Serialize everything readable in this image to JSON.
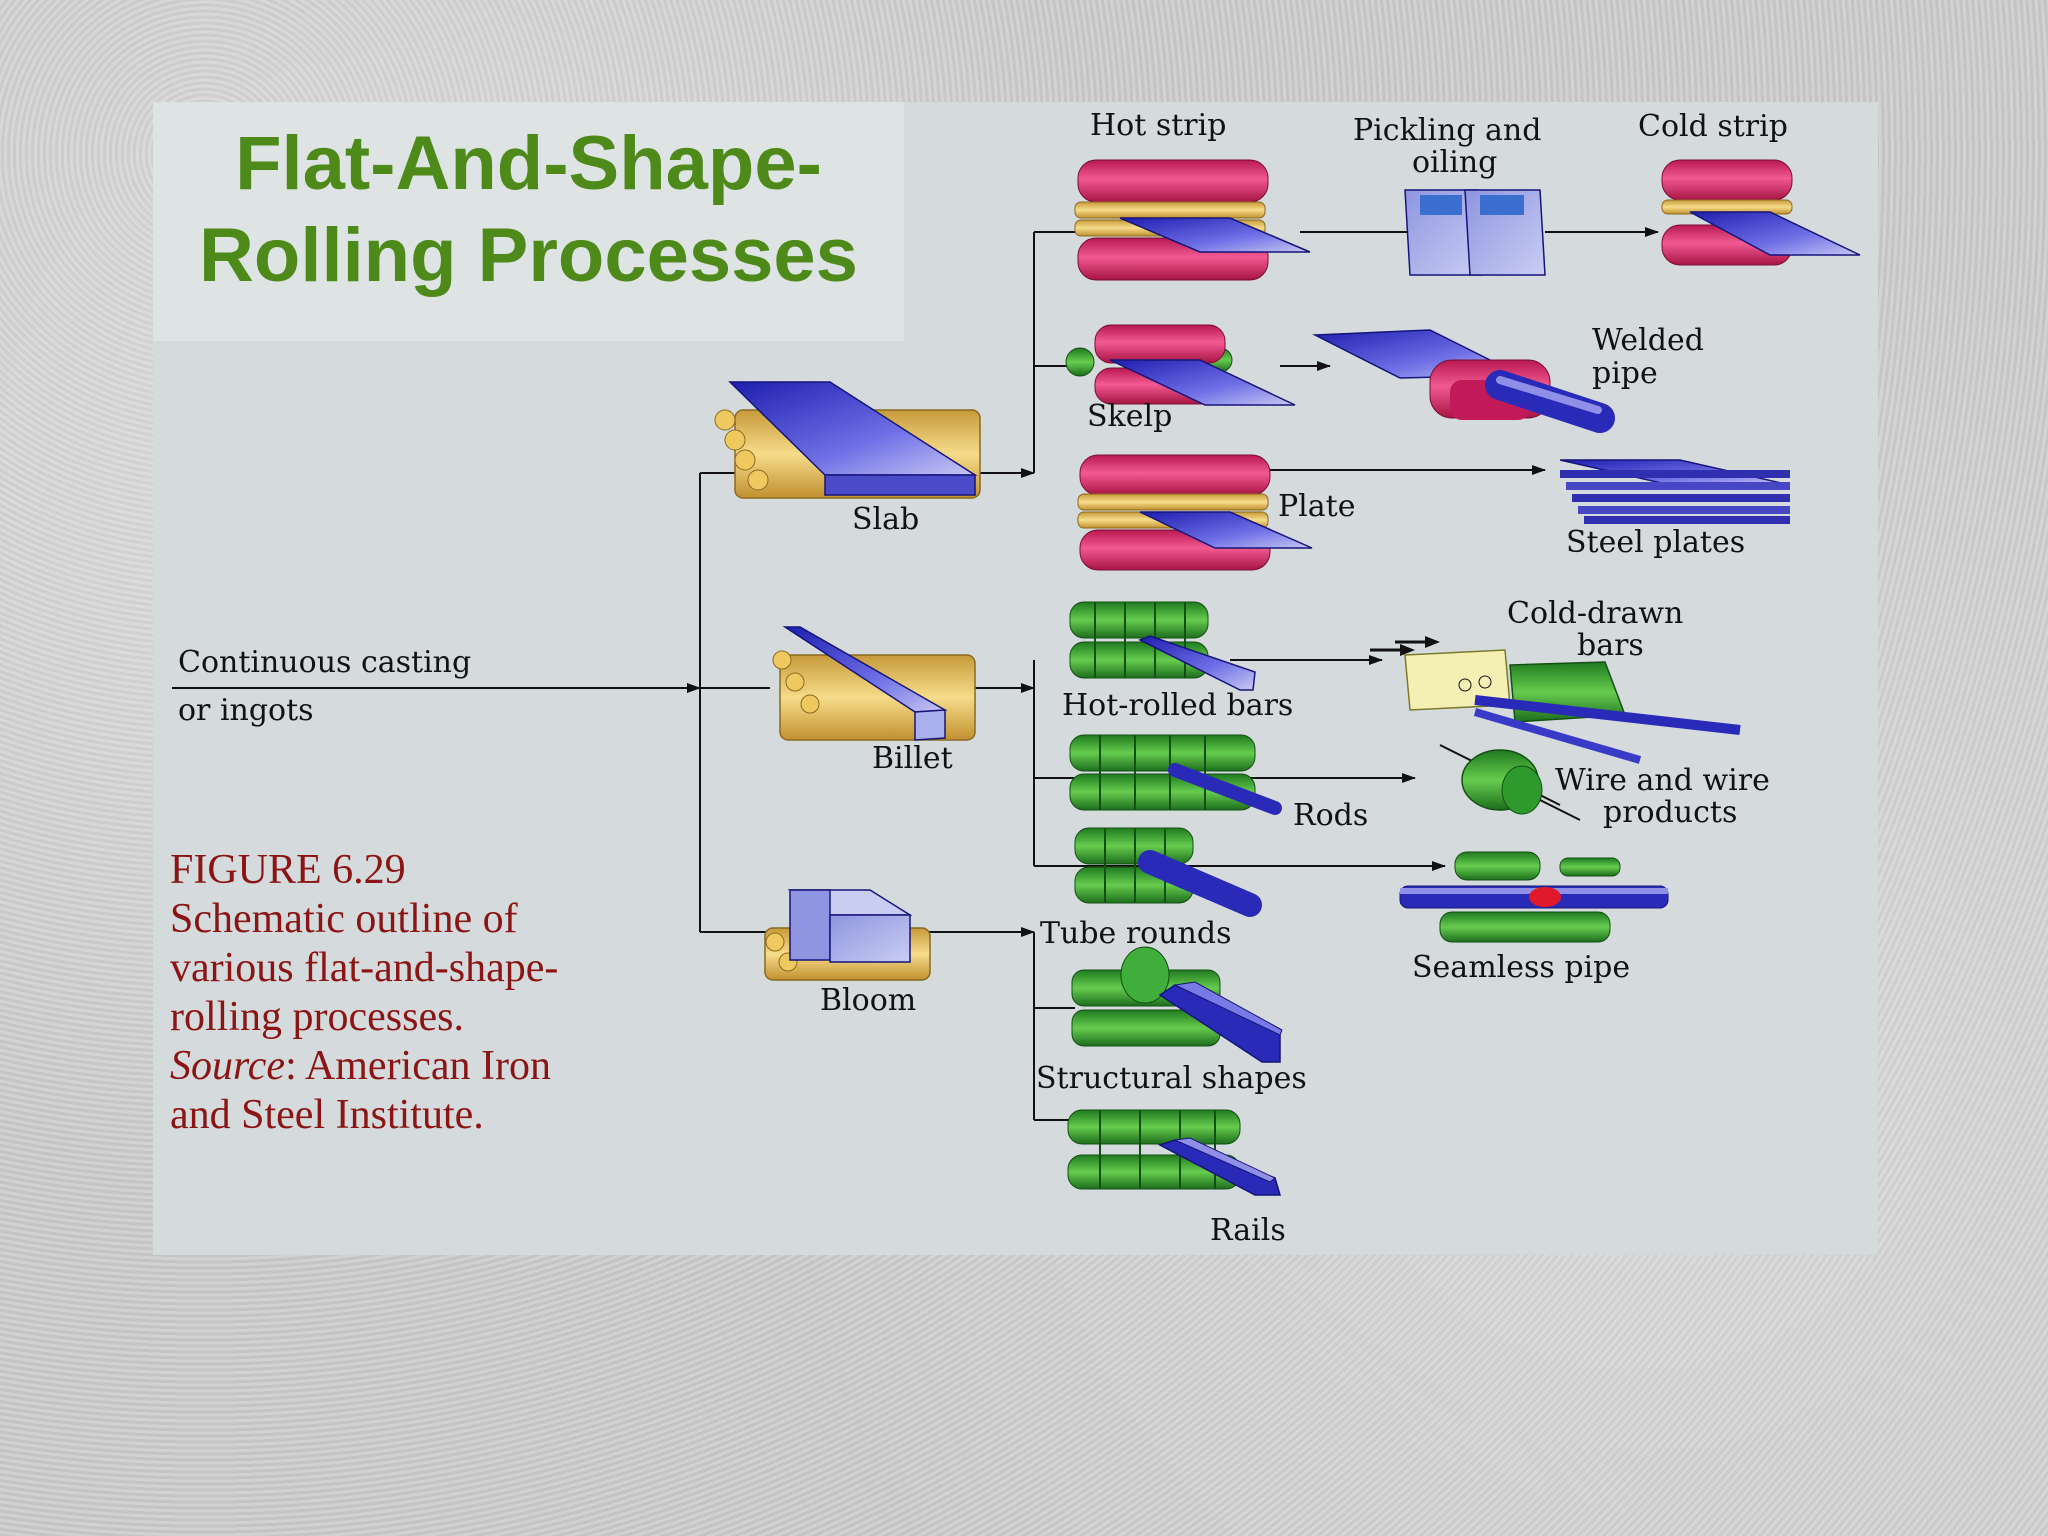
{
  "title": {
    "line1": "Flat-And-Shape-",
    "line2": "Rolling Processes"
  },
  "caption": {
    "figure": "FIGURE  6.29",
    "line1": "Schematic outline of",
    "line2": "various flat-and-shape-",
    "line3": "rolling processes.",
    "source_label": "Source",
    "source_text": ": American Iron",
    "line5": "and Steel Institute."
  },
  "labels": {
    "input_line1": "Continuous casting",
    "input_line2": "or ingots",
    "slab": "Slab",
    "billet": "Billet",
    "bloom": "Bloom",
    "hot_strip": "Hot strip",
    "pickling_line1": "Pickling and",
    "pickling_line2": "oiling",
    "cold_strip": "Cold strip",
    "skelp": "Skelp",
    "welded_line1": "Welded",
    "welded_line2": "pipe",
    "plate": "Plate",
    "steel_plates": "Steel plates",
    "hot_rolled_bars": "Hot-rolled bars",
    "cold_drawn_line1": "Cold-drawn",
    "cold_drawn_line2": "bars",
    "rods": "Rods",
    "wire_line1": "Wire and wire",
    "wire_line2": "products",
    "tube_rounds": "Tube rounds",
    "seamless_pipe": "Seamless pipe",
    "structural_shapes": "Structural shapes",
    "rails": "Rails"
  },
  "colors": {
    "title": "#4e8a1a",
    "caption": "#8b1414",
    "red_roll": "#e0306e",
    "yellow_roll": "#f2cf6e",
    "green_roll": "#3fae3a",
    "blue_steel": "#3a3ad0",
    "panel": "#d5dbdc"
  }
}
